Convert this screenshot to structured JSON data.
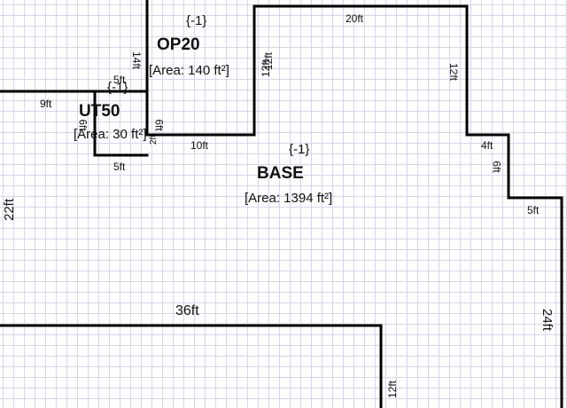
{
  "rooms": {
    "op20": {
      "code": "{-1}",
      "name": "OP20",
      "area": "[Area: 140 ft²]"
    },
    "ut50": {
      "code": "{-1}",
      "name": "UT50",
      "area": "[Area: 30 ft²]"
    },
    "base": {
      "code": "{-1}",
      "name": "BASE",
      "area": "[Area: 1394 ft²]"
    }
  },
  "dimensions": {
    "top_20ft": "20ft",
    "right_12ft": "12ft",
    "step_4ft": "4ft",
    "step_6ft": "6ft",
    "step_5ft": "5ft",
    "right_24ft": "24ft",
    "left_22ft": "22ft",
    "bottom_36ft": "36ft",
    "bottom_12ft": "12ft",
    "left_9ft": "9ft",
    "ut50_top_5ft": "5ft",
    "ut50_bottom_5ft": "5ft",
    "ut50_left_6ft": "6ft",
    "ut50_right_6ft": "6ft",
    "op20_14ft": "14ft",
    "op20_right_12ft": "12ft",
    "op20_12ft_overlap": "12ft",
    "op20_bottom_10ft": "10ft",
    "op20_2ft": "2ft"
  }
}
